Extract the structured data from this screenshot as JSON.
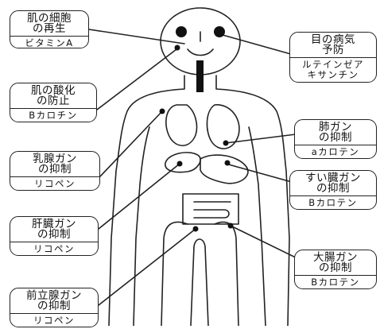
{
  "labels": {
    "skin_cells": {
      "title": "肌の細胞\nの再生",
      "nutrient": "ビタミンA"
    },
    "skin_aging": {
      "title": "肌の酸化\nの防止",
      "nutrient": "Bカロチン"
    },
    "breast": {
      "title": "乳腺ガン\nの抑制",
      "nutrient": "リコペン"
    },
    "liver": {
      "title": "肝臓ガン\nの抑制",
      "nutrient": "リコペン"
    },
    "prostate": {
      "title": "前立腺ガン\nの抑制",
      "nutrient": "リコペン"
    },
    "eye": {
      "title": "目の病気\n予防",
      "nutrient": "ルテインゼア\nキサンチン"
    },
    "lung": {
      "title": "肺ガン\nの抑制",
      "nutrient": "aカロテン"
    },
    "pancreas": {
      "title": "すい臓ガン\nの抑制",
      "nutrient": "Bカロテン"
    },
    "colon": {
      "title": "大腸ガン\nの抑制",
      "nutrient": "Bカロテン"
    }
  }
}
